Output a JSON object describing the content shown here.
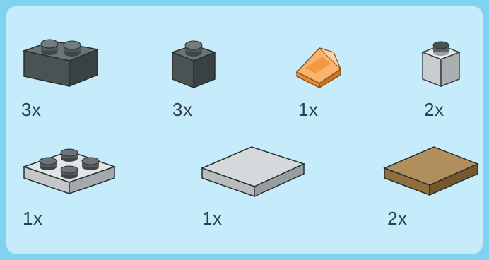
{
  "parts": [
    {
      "id": "brick-2x1-dark-grey",
      "quantity": "3x",
      "color": "#4e5657"
    },
    {
      "id": "brick-1x1-dark-grey",
      "quantity": "3x",
      "color": "#4e5657"
    },
    {
      "id": "slope-1x1-trans-orange",
      "quantity": "1x",
      "color": "#f6a152"
    },
    {
      "id": "brick-1x1-light-grey",
      "quantity": "2x",
      "color": "#c9cdcf"
    },
    {
      "id": "plate-2x2-light-grey",
      "quantity": "1x",
      "color": "#c9cdcf"
    },
    {
      "id": "tile-2x2-light-grey",
      "quantity": "1x",
      "color": "#c9cdcf"
    },
    {
      "id": "tile-2x2-tan",
      "quantity": "2x",
      "color": "#a8844f"
    }
  ]
}
